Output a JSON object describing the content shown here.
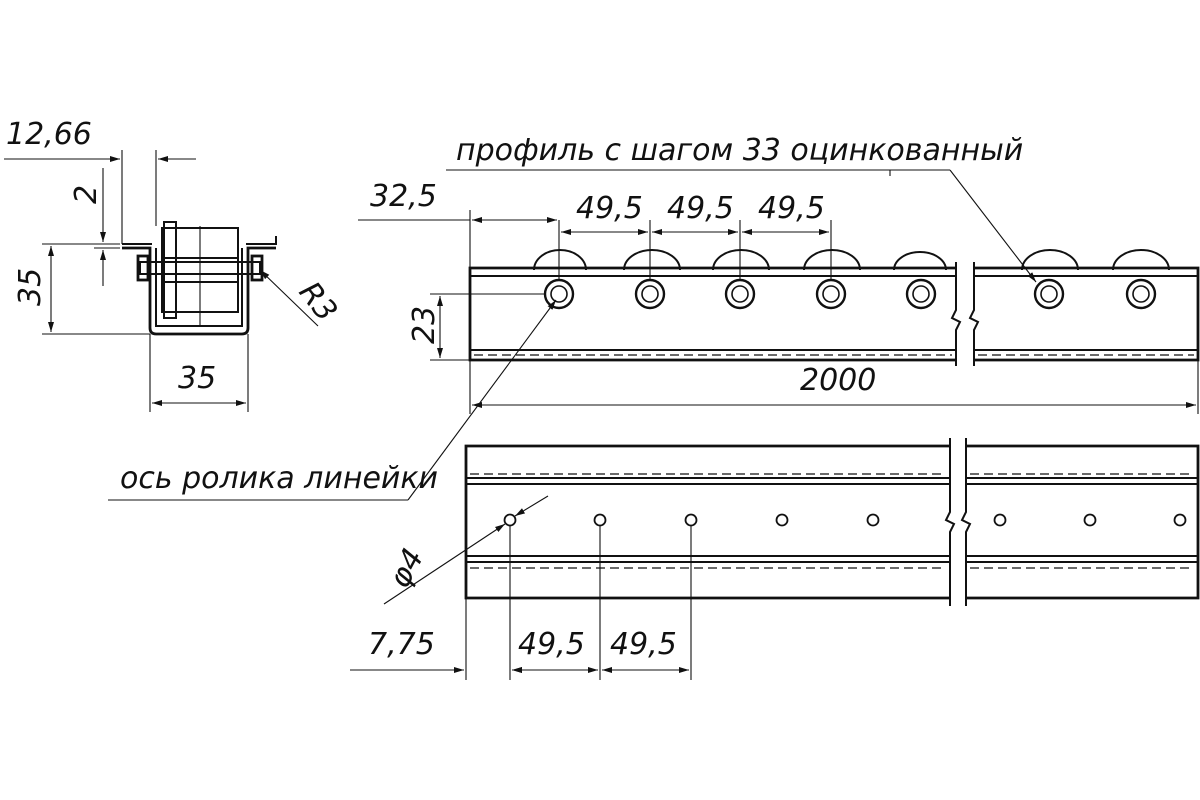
{
  "labels": {
    "profile_note": "профиль с шагом 33 оцинкованный",
    "roller_axis_note": "ось ролика линейки"
  },
  "section_view": {
    "dims": {
      "flange_width": "12,66",
      "flange_thickness": "2",
      "height": "35",
      "width": "35",
      "radius": "R3"
    }
  },
  "front_view": {
    "dims": {
      "first_pitch": "32,5",
      "pitch_1": "49,5",
      "pitch_2": "49,5",
      "pitch_3": "49,5",
      "axis_height": "23",
      "length": "2000"
    }
  },
  "top_view": {
    "dims": {
      "hole_dia": "φ4",
      "first_offset": "7,75",
      "pitch_1": "49,5",
      "pitch_2": "49,5"
    }
  }
}
